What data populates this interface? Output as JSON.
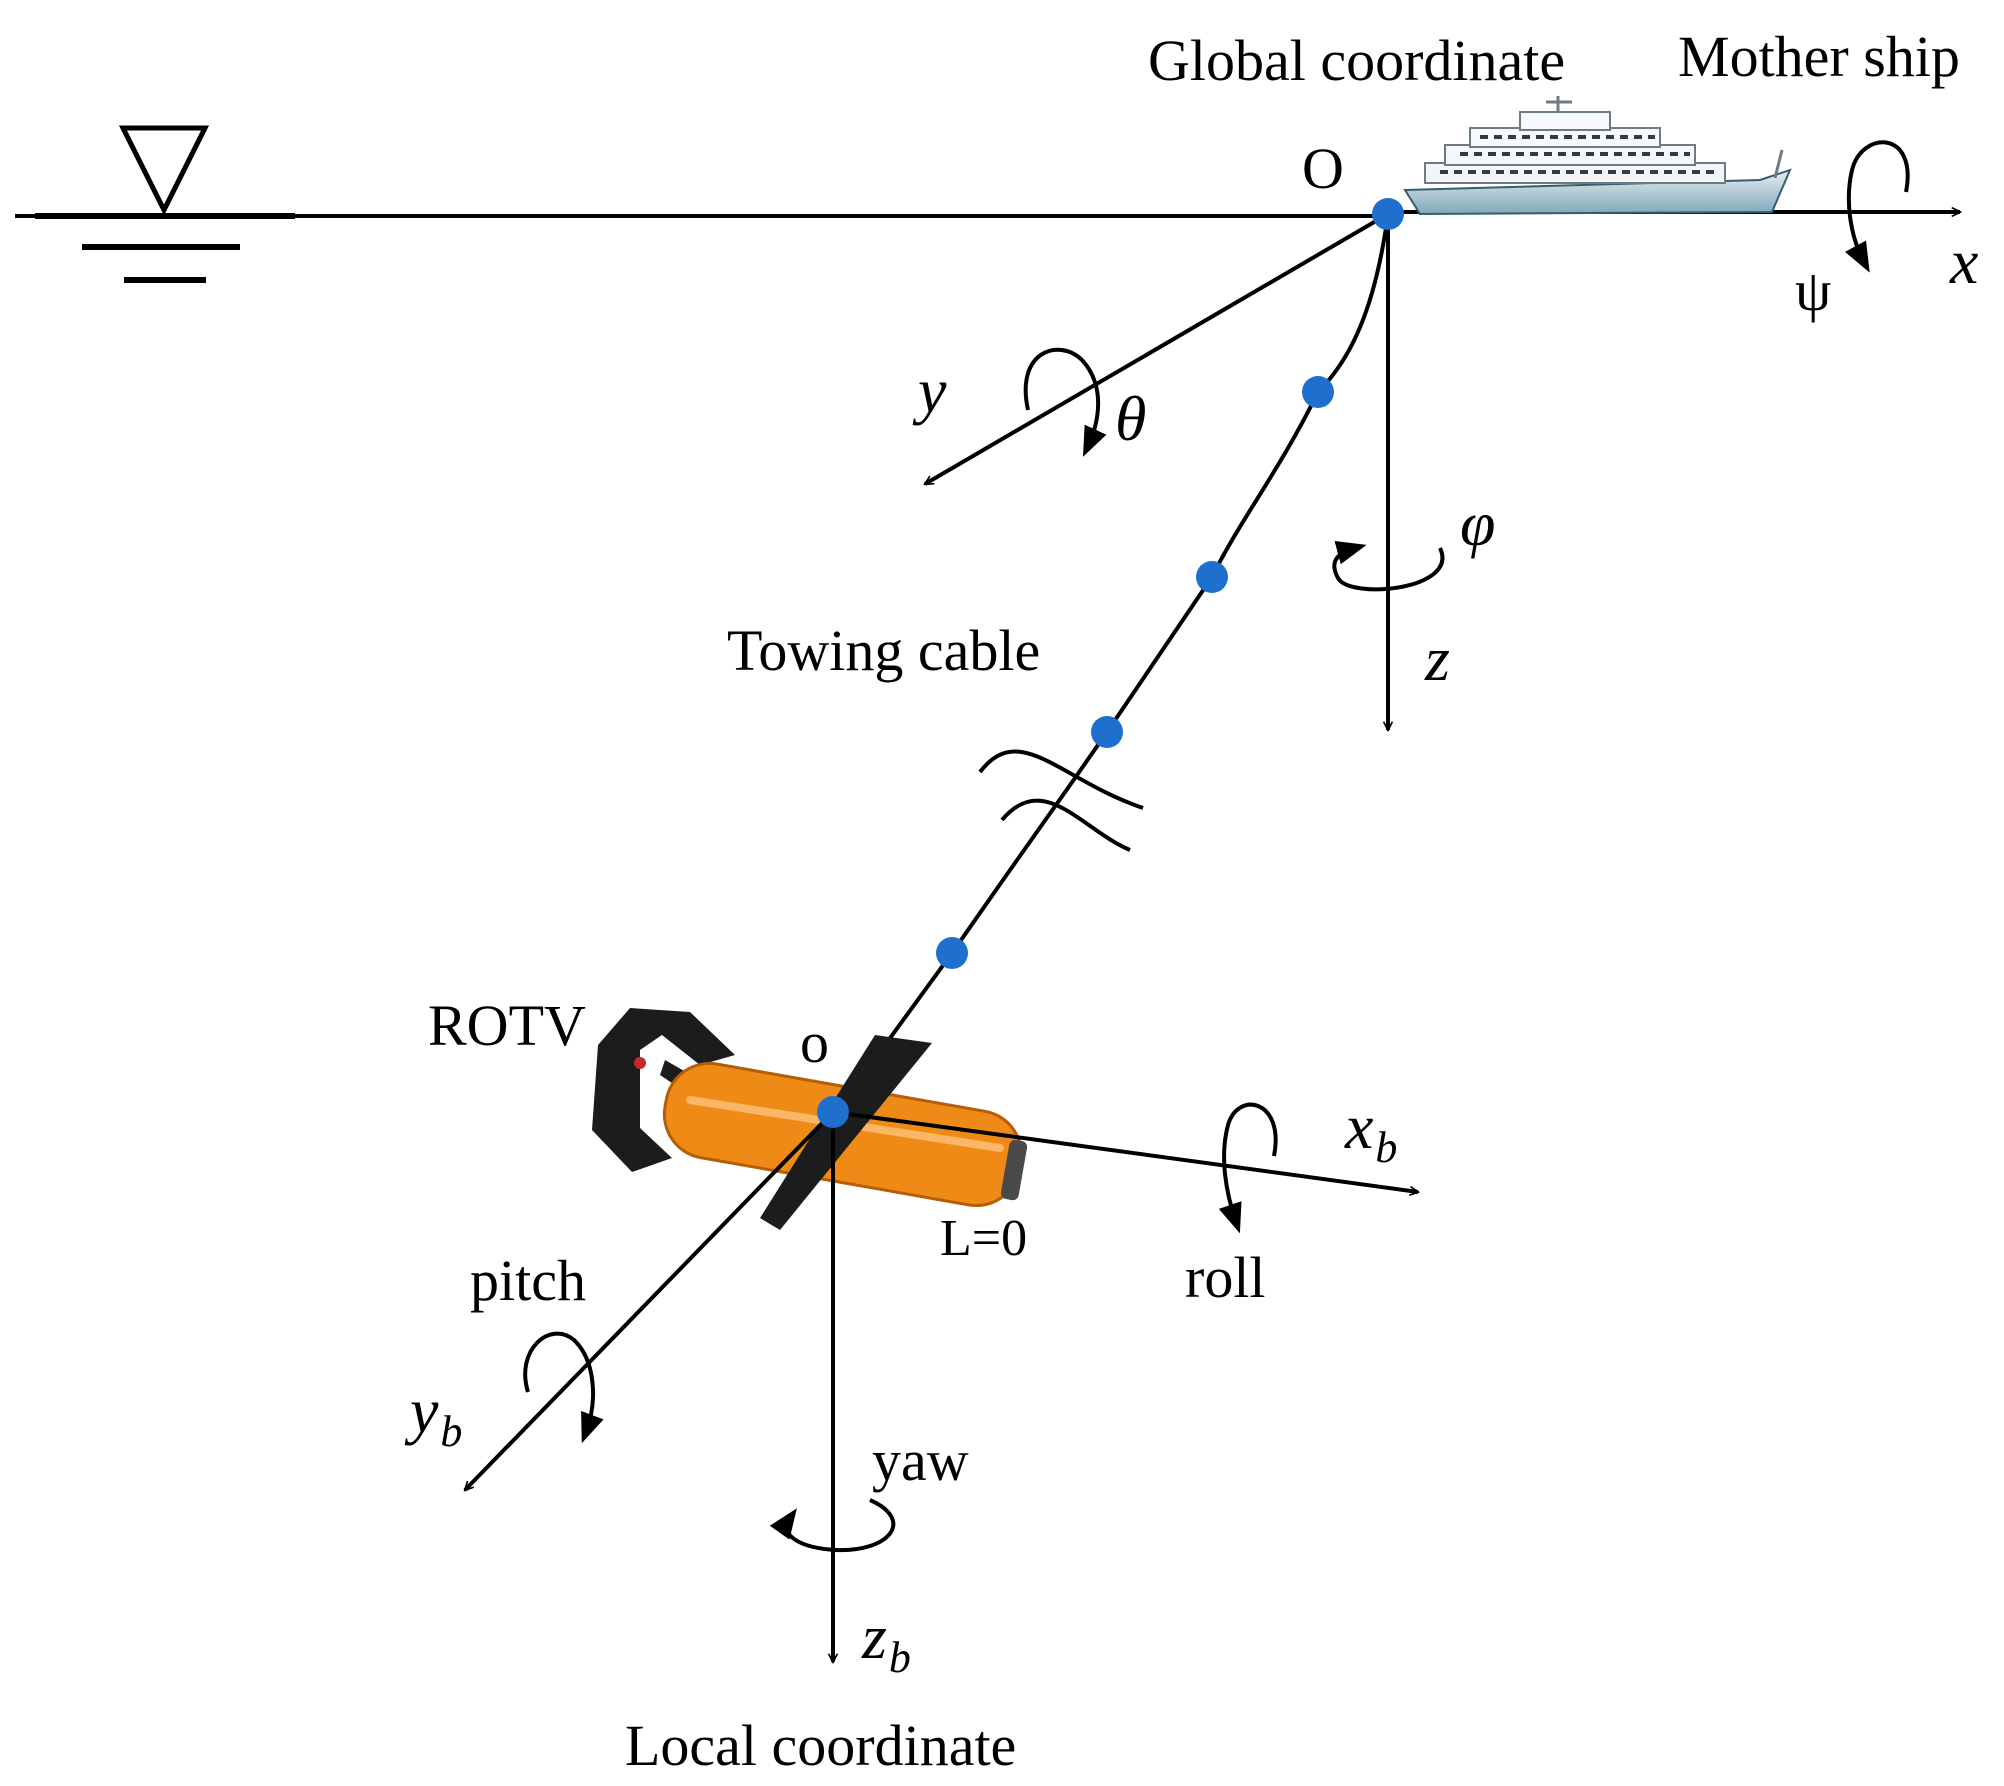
{
  "labels": {
    "global_coordinate": "Global coordinate",
    "mother_ship": "Mother ship",
    "origin_global": "O",
    "origin_local": "o",
    "towing_cable": "Towing cable",
    "rotv": "ROTV",
    "local_coordinate": "Local coordinate",
    "l_zero": "L=0",
    "pitch": "pitch",
    "roll": "roll",
    "yaw": "yaw"
  },
  "axes": {
    "x": "x",
    "y": "y",
    "z": "z",
    "base_b": "b",
    "xb": "x",
    "yb": "y",
    "zb": "z"
  },
  "angles": {
    "psi": "ψ",
    "theta": "θ",
    "phi": "φ"
  },
  "colors": {
    "node": "#1f6fcf",
    "ship_hull": "#5f9bb0",
    "rotv_body": "#ef8a17",
    "rotv_dark": "#1c1c1c",
    "line": "#000000"
  }
}
